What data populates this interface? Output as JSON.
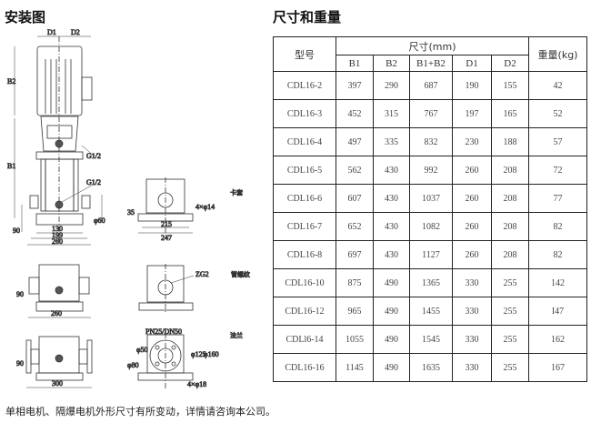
{
  "left_title": "安装图",
  "right_title": "尺寸和重量",
  "drawing": {
    "d1": "D1",
    "d2": "D2",
    "b1": "B1",
    "b2": "B2",
    "g_top": "G1/2",
    "g_bottom": "G1/2",
    "dim_130": "130",
    "dim_199": "199",
    "dim_260": "260",
    "dim_90": "90",
    "dim_phi60": "φ60",
    "dim_35": "35",
    "dim_215": "215",
    "dim_247": "247",
    "bolt_4x14": "4×φ14",
    "label_kataо": "卡套",
    "zg2": "ZG2",
    "label_thread": "管螺纹",
    "dim_90b": "90",
    "dim_260b": "260",
    "pn": "PN25/DN50",
    "label_flange": "法兰",
    "dim_phi50": "φ50",
    "dim_phi80": "φ80",
    "dim_phi125": "φ125",
    "dim_phi160": "φ160",
    "bolt_4x18": "4×φ18",
    "dim_90c": "90",
    "dim_300": "300"
  },
  "table": {
    "model_header": "型号",
    "size_header": "尺寸(mm)",
    "weight_header": "重量(kg)",
    "sub_headers": [
      "B1",
      "B2",
      "B1+B2",
      "D1",
      "D2"
    ],
    "rows": [
      [
        "CDL16-2",
        "397",
        "290",
        "687",
        "190",
        "155",
        "42"
      ],
      [
        "CDL16-3",
        "452",
        "315",
        "767",
        "197",
        "165",
        "52"
      ],
      [
        "CDL16-4",
        "497",
        "335",
        "832",
        "230",
        "188",
        "57"
      ],
      [
        "CDL16-5",
        "562",
        "430",
        "992",
        "260",
        "208",
        "72"
      ],
      [
        "CDL16-6",
        "607",
        "430",
        "1037",
        "260",
        "208",
        "77"
      ],
      [
        "CDL16-7",
        "652",
        "430",
        "1082",
        "260",
        "208",
        "82"
      ],
      [
        "CDL16-8",
        "697",
        "430",
        "1127",
        "260",
        "208",
        "82"
      ],
      [
        "CDL16-10",
        "875",
        "490",
        "1365",
        "330",
        "255",
        "142"
      ],
      [
        "CDL16-12",
        "965",
        "490",
        "1455",
        "330",
        "255",
        "I47"
      ],
      [
        "CDLl6-14",
        "1055",
        "490",
        "1545",
        "330",
        "255",
        "162"
      ],
      [
        "CDL16-16",
        "1145",
        "490",
        "1635",
        "330",
        "255",
        "167"
      ]
    ]
  },
  "footnote": "单相电机、隔爆电机外形尺寸有所变动，详情请咨询本公司。"
}
